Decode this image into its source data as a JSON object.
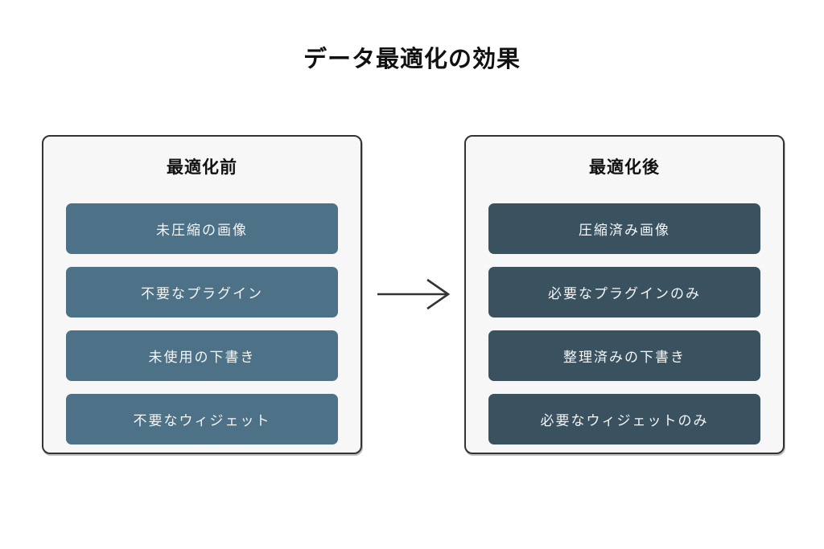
{
  "title": "データ最適化の効果",
  "arrow": {
    "icon": "right-arrow-icon",
    "color": "#333333"
  },
  "colors": {
    "page_background": "#ffffff",
    "panel_background": "#f7f7f7",
    "panel_border": "#333333",
    "before_item_fill": "#4d7186",
    "after_item_fill": "#3a5260",
    "item_text": "#f4f6f7",
    "title_text": "#111111"
  },
  "panels": [
    {
      "id": "before",
      "header": "最適化前",
      "items": [
        "未圧縮の画像",
        "不要なプラグイン",
        "未使用の下書き",
        "不要なウィジェット"
      ]
    },
    {
      "id": "after",
      "header": "最適化後",
      "items": [
        "圧縮済み画像",
        "必要なプラグインのみ",
        "整理済みの下書き",
        "必要なウィジェットのみ"
      ]
    }
  ]
}
